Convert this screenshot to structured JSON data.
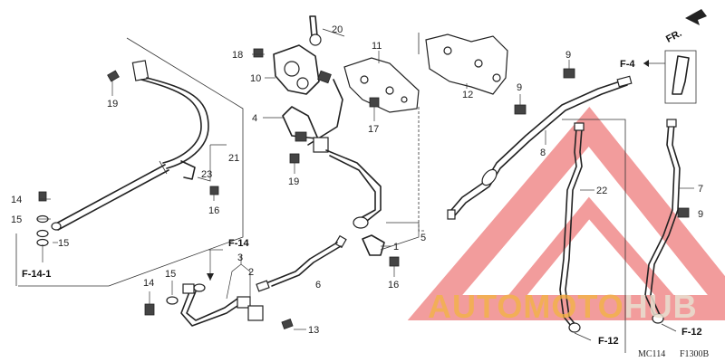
{
  "diagram": {
    "direction_label": "FR.",
    "part_labels": {
      "p1": "1",
      "p2": "2",
      "p3": "3",
      "p4": "4",
      "p5": "5",
      "p6": "6",
      "p7": "7",
      "p8": "8",
      "p9a": "9",
      "p9b": "9",
      "p9c": "9",
      "p10": "10",
      "p11": "11",
      "p12": "12",
      "p13": "13",
      "p14a": "14",
      "p14b": "14",
      "p15a": "15",
      "p15b": "15",
      "p15c": "15",
      "p16a": "16",
      "p16b": "16",
      "p17": "17",
      "p18": "18",
      "p19a": "19",
      "p19b": "19",
      "p20": "20",
      "p21": "21",
      "p22": "22",
      "p23": "23"
    },
    "ref_labels": {
      "f4": "F-4",
      "f14": "F-14",
      "f141": "F-14-1",
      "f12a": "F-12",
      "f12b": "F-12"
    },
    "codes": {
      "model": "MC114",
      "figure": "F1300B"
    },
    "watermark": {
      "part1": "AUTOMOTO",
      "part2": "HUB"
    }
  }
}
